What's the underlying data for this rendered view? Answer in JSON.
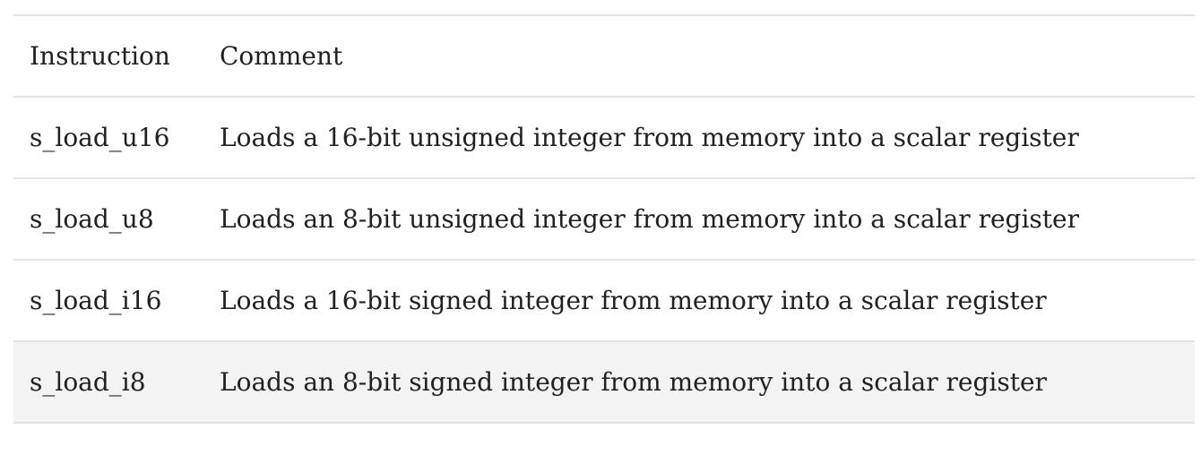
{
  "table": {
    "columns": [
      {
        "label": "Instruction"
      },
      {
        "label": "Comment"
      }
    ],
    "rows": [
      {
        "instruction": "s_load_u16",
        "comment": "Loads a 16-bit unsigned integer from memory into a scalar register",
        "highlighted": false
      },
      {
        "instruction": "s_load_u8",
        "comment": "Loads an 8-bit unsigned integer from memory into a scalar register",
        "highlighted": false
      },
      {
        "instruction": "s_load_i16",
        "comment": "Loads a 16-bit signed integer from memory into a scalar register",
        "highlighted": false
      },
      {
        "instruction": "s_load_i8",
        "comment": "Loads an 8-bit signed integer from memory into a scalar register",
        "highlighted": true
      }
    ],
    "colors": {
      "text": "#202122",
      "border": "#e2e2e2",
      "row_highlight": "#f3f3f3",
      "background": "#ffffff"
    }
  }
}
